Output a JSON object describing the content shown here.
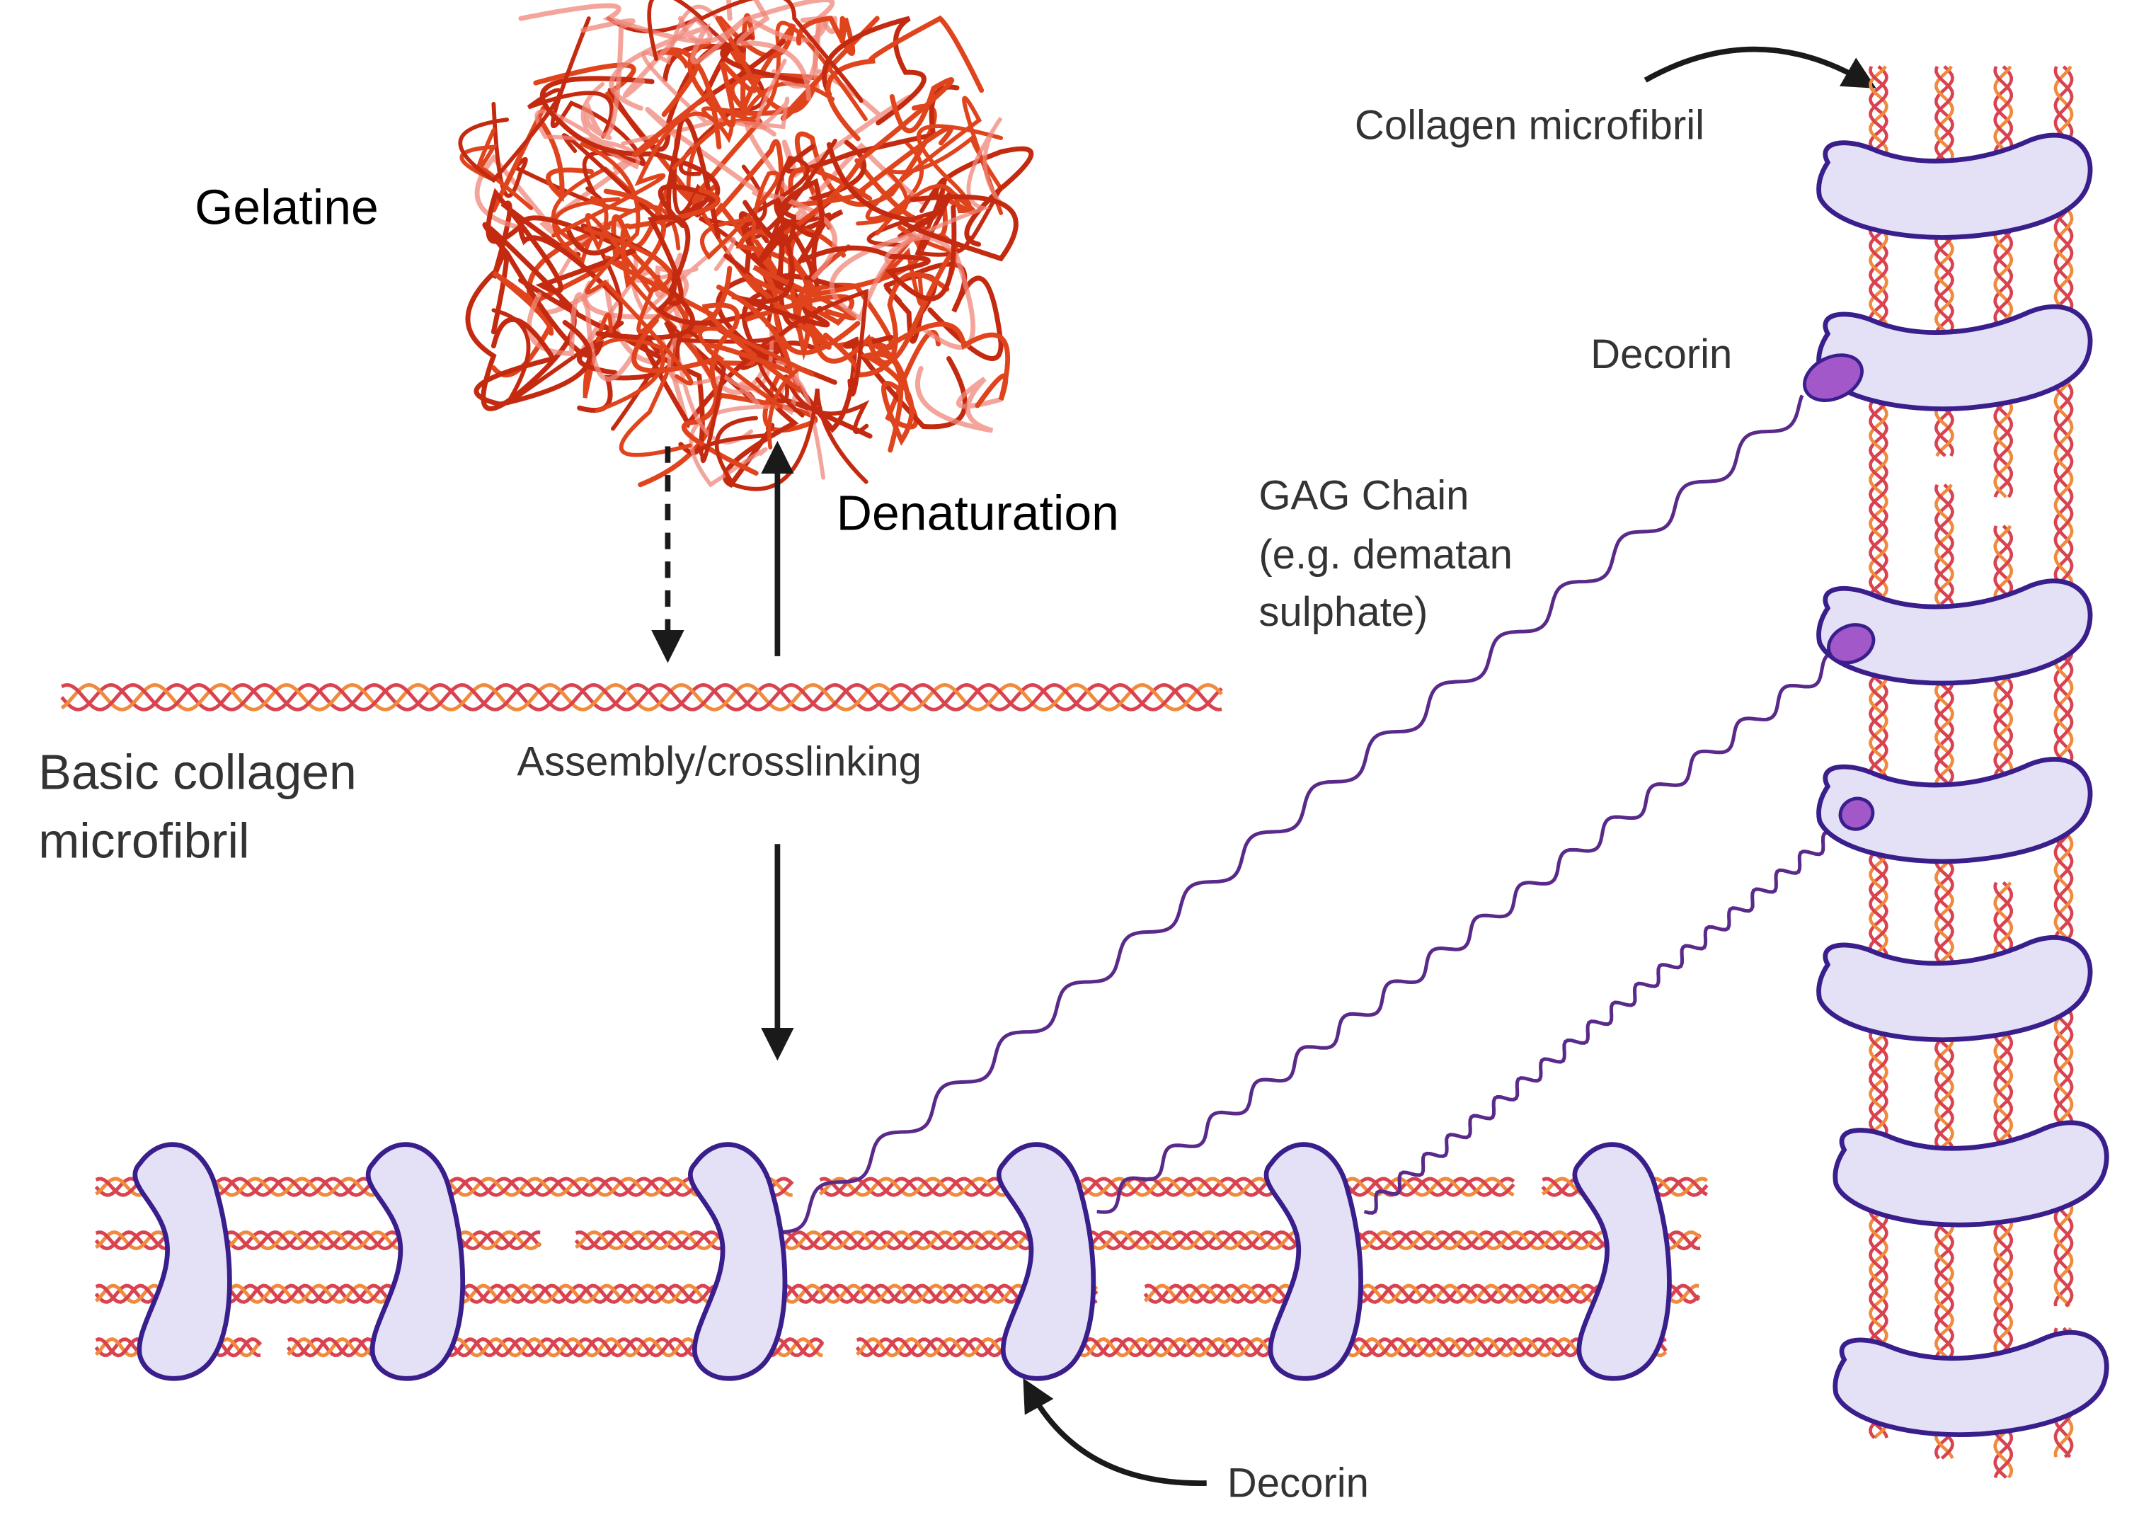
{
  "labels": {
    "gelatine": "Gelatine",
    "denaturation": "Denaturation",
    "basic_collagen_line1": "Basic collagen",
    "basic_collagen_line2": "microfibril",
    "assembly": "Assembly/crosslinking",
    "collagen_microfibril": "Collagen microfibril",
    "decorin_top": "Decorin",
    "gag_line1": "GAG Chain",
    "gag_line2": "(e.g. dematan",
    "gag_line3": "sulphate)",
    "decorin_bottom": "Decorin"
  },
  "colors": {
    "strand_red": "#d9434f",
    "strand_orange": "#f08a3c",
    "decorin_fill": "#e4e1f7",
    "decorin_stroke": "#3a1f8c",
    "gag_chain": "#5a2a8a",
    "gag_core": "#a258c8",
    "gelatine_dark": "#c42a10",
    "gelatine_mid": "#e0441c",
    "gelatine_light": "#f0877a",
    "arrow": "#1a1a1a"
  }
}
